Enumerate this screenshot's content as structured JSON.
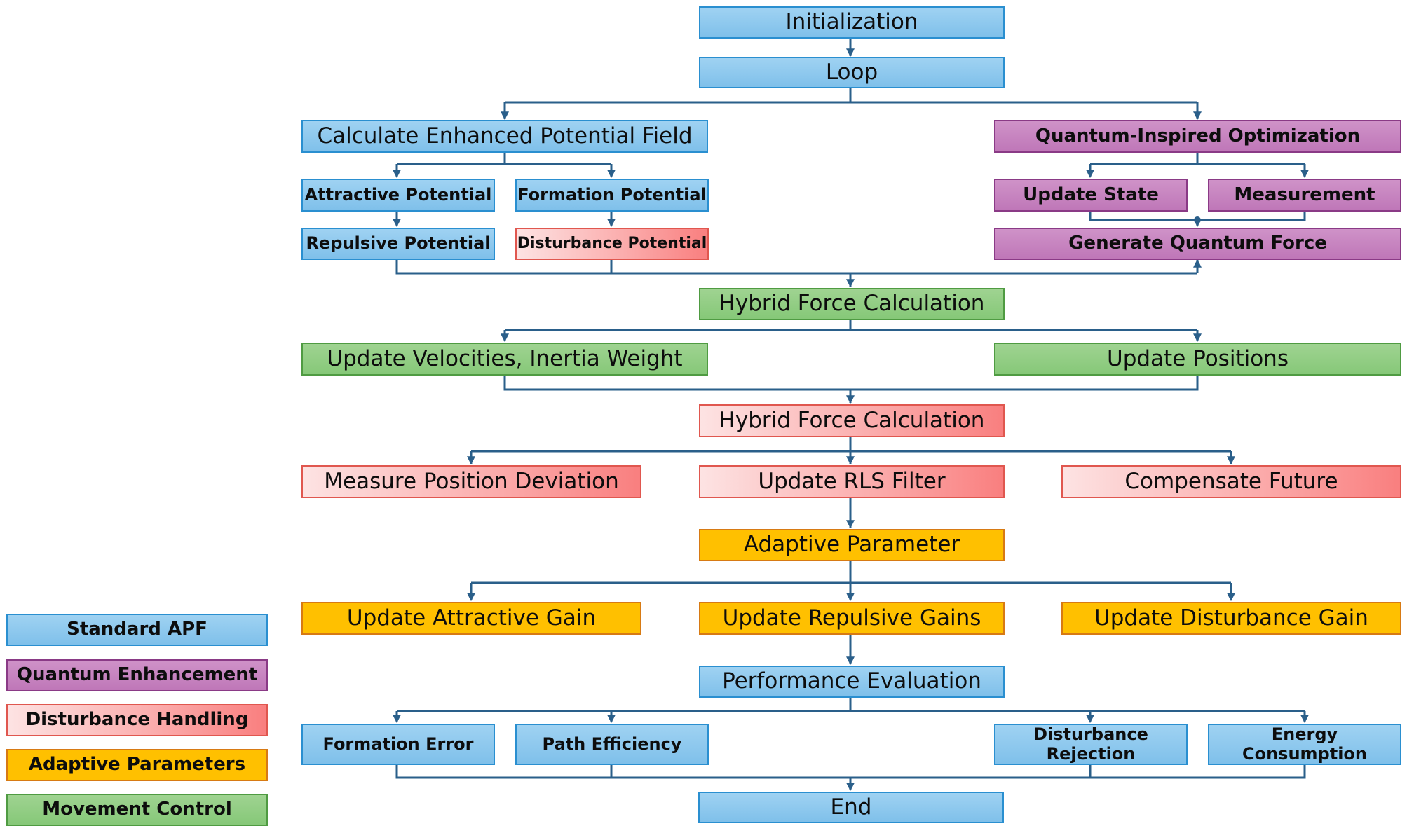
{
  "nodes": {
    "init": "Initialization",
    "loop": "Loop",
    "calc_potential": "Calculate Enhanced Potential Field",
    "quantum_opt": "Quantum-Inspired Optimization",
    "attractive_potential": "Attractive Potential",
    "formation_potential": "Formation Potential",
    "update_state": "Update State",
    "measurement": "Measurement",
    "repulsive_potential": "Repulsive Potential",
    "disturbance_potential": "Disturbance Potential",
    "generate_quantum_force": "Generate Quantum Force",
    "hybrid_force_1": "Hybrid Force Calculation",
    "update_velocities": "Update Velocities, Inertia Weight",
    "update_positions": "Update Positions",
    "hybrid_force_2": "Hybrid Force Calculation",
    "measure_deviation": "Measure Position Deviation",
    "update_rls": "Update RLS Filter",
    "compensate_future": "Compensate Future",
    "adaptive_parameter": "Adaptive Parameter",
    "update_attractive_gain": "Update Attractive Gain",
    "update_repulsive_gains": "Update Repulsive Gains",
    "update_disturbance_gain": "Update Disturbance Gain",
    "performance_eval": "Performance Evaluation",
    "formation_error": "Formation Error",
    "path_efficiency": "Path Efficiency",
    "disturbance_rejection_1": "Disturbance",
    "disturbance_rejection_2": "Rejection",
    "energy_consumption_1": "Energy",
    "energy_consumption_2": "Consumption",
    "end": "End"
  },
  "legend": {
    "standard_apf": "Standard APF",
    "quantum_enhancement": "Quantum Enhancement",
    "disturbance_handling": "Disturbance Handling",
    "adaptive_parameters": "Adaptive Parameters",
    "movement_control": "Movement Control"
  },
  "colors": {
    "connector": "#2a5f8a",
    "standard_apf": "#8fc9ee",
    "quantum_enhancement": "#c783c0",
    "disturbance_handling": "#fba9a9",
    "adaptive_parameters": "#ffc000",
    "movement_control": "#93cd84"
  }
}
